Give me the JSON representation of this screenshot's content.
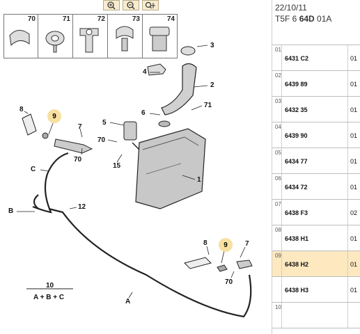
{
  "toolbar": {
    "zoom_in_icon": "zoom-in-icon",
    "zoom_out_icon": "zoom-out-icon",
    "pan_icon": "pan-icon"
  },
  "clips": [
    "70",
    "71",
    "72",
    "73",
    "74"
  ],
  "labels": {
    "n1": "1",
    "n2": "2",
    "n3": "3",
    "n4": "4",
    "n5": "5",
    "n6": "6",
    "n7": "7",
    "n7b": "7",
    "n8": "8",
    "n8b": "8",
    "n9": "9",
    "n9b": "9",
    "n12": "12",
    "n15": "15",
    "n70": "70",
    "n70b": "70",
    "n71": "71",
    "a": "A",
    "b": "B",
    "c": "C",
    "kit_num": "10",
    "kit_formula": "A + B + C"
  },
  "header": {
    "date": "22/10/11",
    "ref_prefix": "T5F 6",
    "ref_bold": "64D",
    "ref_suffix": "01A"
  },
  "parts": [
    {
      "n": "01",
      "ref": "6431 C2",
      "qty": "01"
    },
    {
      "n": "02",
      "ref": "6439 89",
      "qty": "01"
    },
    {
      "n": "03",
      "ref": "6432 35",
      "qty": "01"
    },
    {
      "n": "04",
      "ref": "6439 90",
      "qty": "01"
    },
    {
      "n": "05",
      "ref": "6434 77",
      "qty": "01"
    },
    {
      "n": "06",
      "ref": "6434 72",
      "qty": "01"
    },
    {
      "n": "07",
      "ref": "6438 F3",
      "qty": "02"
    },
    {
      "n": "08",
      "ref": "6438 H1",
      "qty": "01"
    },
    {
      "n": "09",
      "ref": "6438 H2",
      "qty": "01"
    },
    {
      "n": "",
      "ref": "6438 H3",
      "qty": "01"
    },
    {
      "n": "10",
      "ref": "",
      "qty": ""
    }
  ],
  "colors": {
    "highlight": "#f7e0a0",
    "selected_row": "#fde8c0"
  }
}
